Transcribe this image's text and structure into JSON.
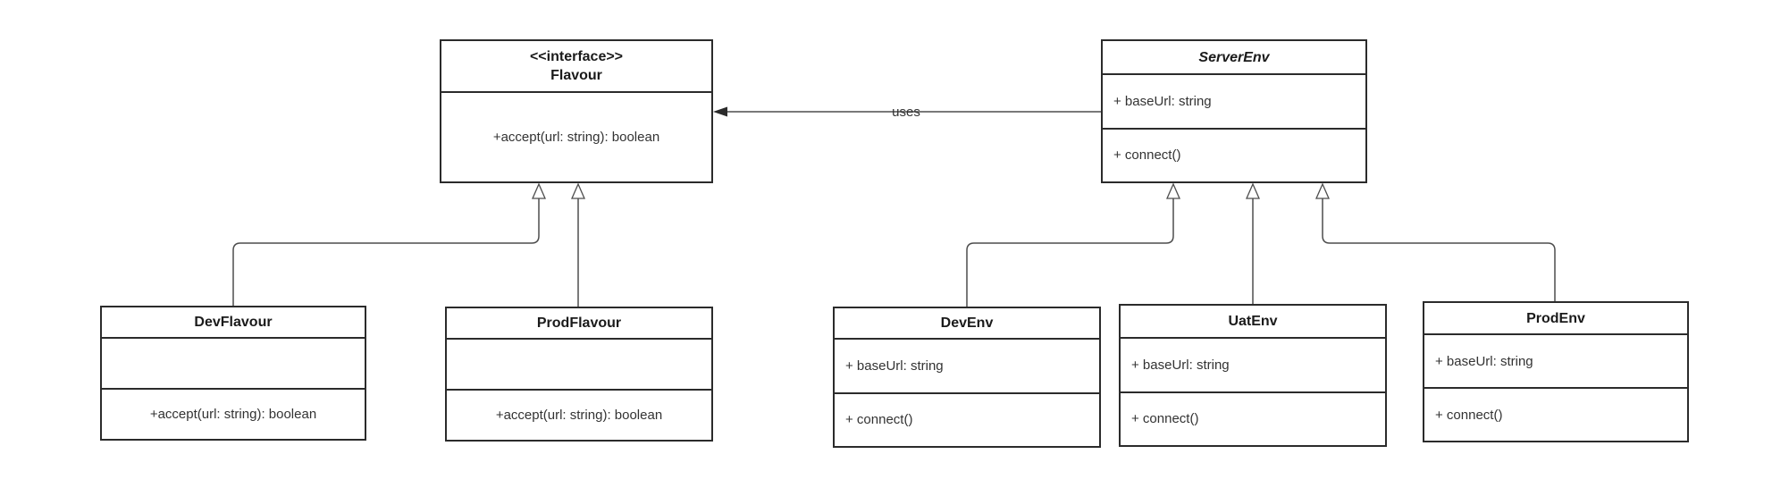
{
  "colors": {
    "background": "#ffffff",
    "box_border": "#2b2b2b",
    "connector": "#4d4d4d",
    "title_text": "#1a1a1a",
    "member_text": "#333333"
  },
  "classes": {
    "flavour": {
      "stereotype": "<<interface>>",
      "name": "Flavour",
      "operations": [
        "+accept(url: string): boolean"
      ]
    },
    "server_env": {
      "name": "ServerEnv",
      "attributes": [
        "+ baseUrl: string"
      ],
      "operations": [
        "+ connect()"
      ]
    },
    "dev_flavour": {
      "name": "DevFlavour",
      "operations": [
        "+accept(url: string): boolean"
      ]
    },
    "prod_flavour": {
      "name": "ProdFlavour",
      "operations": [
        "+accept(url: string): boolean"
      ]
    },
    "dev_env": {
      "name": "DevEnv",
      "attributes": [
        "+ baseUrl: string"
      ],
      "operations": [
        "+ connect()"
      ]
    },
    "uat_env": {
      "name": "UatEnv",
      "attributes": [
        "+ baseUrl: string"
      ],
      "operations": [
        "+ connect()"
      ]
    },
    "prod_env": {
      "name": "ProdEnv",
      "attributes": [
        "+ baseUrl: string"
      ],
      "operations": [
        "+ connect()"
      ]
    }
  },
  "relations": {
    "uses_label": "uses",
    "edges": [
      {
        "from": "ServerEnv",
        "to": "Flavour",
        "type": "uses"
      },
      {
        "from": "DevFlavour",
        "to": "Flavour",
        "type": "inheritance"
      },
      {
        "from": "ProdFlavour",
        "to": "Flavour",
        "type": "inheritance"
      },
      {
        "from": "DevEnv",
        "to": "ServerEnv",
        "type": "inheritance"
      },
      {
        "from": "UatEnv",
        "to": "ServerEnv",
        "type": "inheritance"
      },
      {
        "from": "ProdEnv",
        "to": "ServerEnv",
        "type": "inheritance"
      }
    ]
  }
}
